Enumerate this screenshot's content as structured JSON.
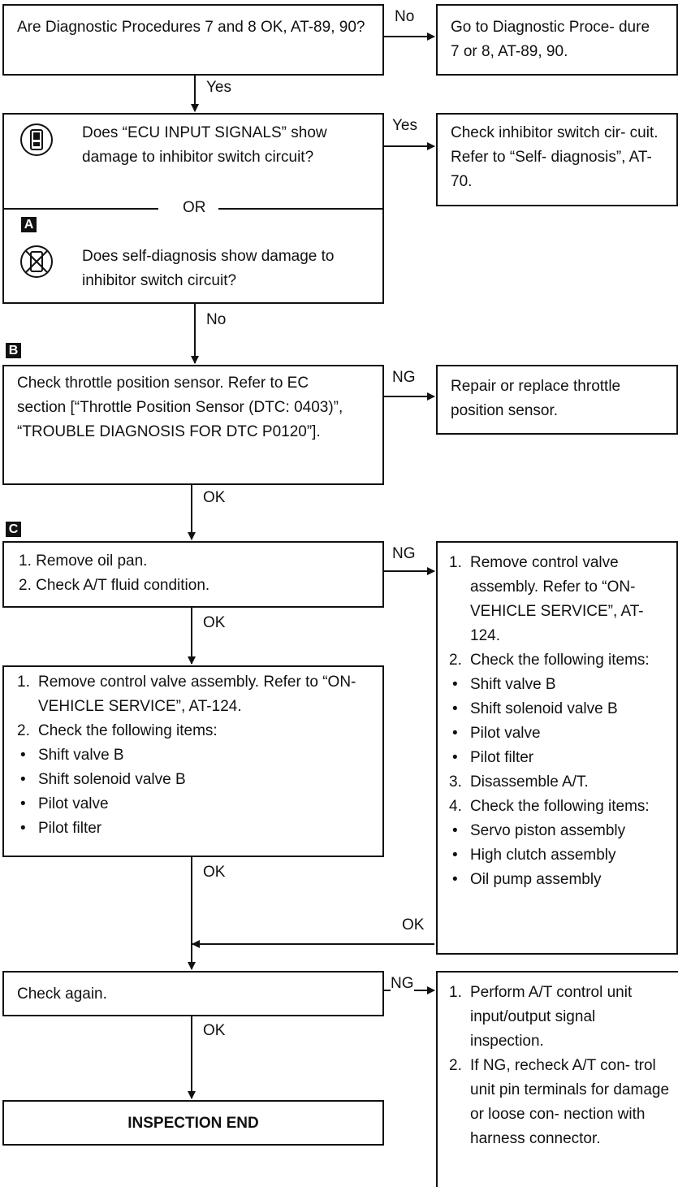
{
  "steps": {
    "q1": "Are Diagnostic Procedures 7 and 8 OK, AT-89, 90?",
    "r1": "Go to Diagnostic Proce- dure 7 or 8, AT-89, 90.",
    "q2a": "Does “ECU INPUT SIGNALS” show damage to inhibitor switch circuit?",
    "or": "OR",
    "tag_a": "A",
    "q2b": "Does self-diagnosis show damage to inhibitor switch circuit?",
    "r2": "Check inhibitor switch cir- cuit. Refer to “Self- diagnosis”, AT-70.",
    "tag_b": "B",
    "q3": "Check throttle position sensor. Refer to EC section [“Throttle Position Sensor (DTC: 0403)”, “TROUBLE DIAGNOSIS FOR DTC P0120”].",
    "r3": "Repair or replace throttle position sensor.",
    "tag_c": "C",
    "q4": [
      "1. Remove oil pan.",
      "2. Check A/T fluid condition."
    ],
    "q5": [
      {
        "m": "1.",
        "t": "Remove control valve assembly. Refer to “ON-VEHICLE SERVICE”, AT-124."
      },
      {
        "m": "2.",
        "t": "Check the following items:"
      },
      {
        "m": "•",
        "t": "Shift valve B"
      },
      {
        "m": "•",
        "t": "Shift solenoid valve B"
      },
      {
        "m": "•",
        "t": "Pilot valve"
      },
      {
        "m": "•",
        "t": "Pilot filter"
      }
    ],
    "r4": [
      {
        "m": "1.",
        "t": "Remove control valve assembly. Refer to “ON- VEHICLE SERVICE”, AT-124."
      },
      {
        "m": "2.",
        "t": "Check the following items:"
      },
      {
        "m": "•",
        "t": "Shift valve B"
      },
      {
        "m": "•",
        "t": "Shift solenoid valve B"
      },
      {
        "m": "•",
        "t": "Pilot valve"
      },
      {
        "m": "•",
        "t": "Pilot filter"
      },
      {
        "m": "3.",
        "t": "Disassemble A/T."
      },
      {
        "m": "4.",
        "t": "Check the following items:"
      },
      {
        "m": "•",
        "t": "Servo piston assembly"
      },
      {
        "m": "•",
        "t": "High clutch assembly"
      },
      {
        "m": "•",
        "t": "Oil pump assembly"
      }
    ],
    "q6": "Check again.",
    "r6": [
      {
        "m": "1.",
        "t": "Perform A/T control unit input/output signal inspection."
      },
      {
        "m": "2.",
        "t": "If NG, recheck A/T con- trol unit pin terminals for damage or loose con- nection with harness connector."
      }
    ],
    "end": "INSPECTION END"
  },
  "labels": {
    "no1": "No",
    "yes1": "Yes",
    "yes2": "Yes",
    "no2": "No",
    "ng3": "NG",
    "ok3": "OK",
    "ng4": "NG",
    "ok4": "OK",
    "ok5": "OK",
    "ok_r4": "OK",
    "ng6": "NG",
    "ok6": "OK"
  },
  "icons": {
    "consult": "consult-tester-icon",
    "no_consult": "no-consult-tester-icon"
  }
}
